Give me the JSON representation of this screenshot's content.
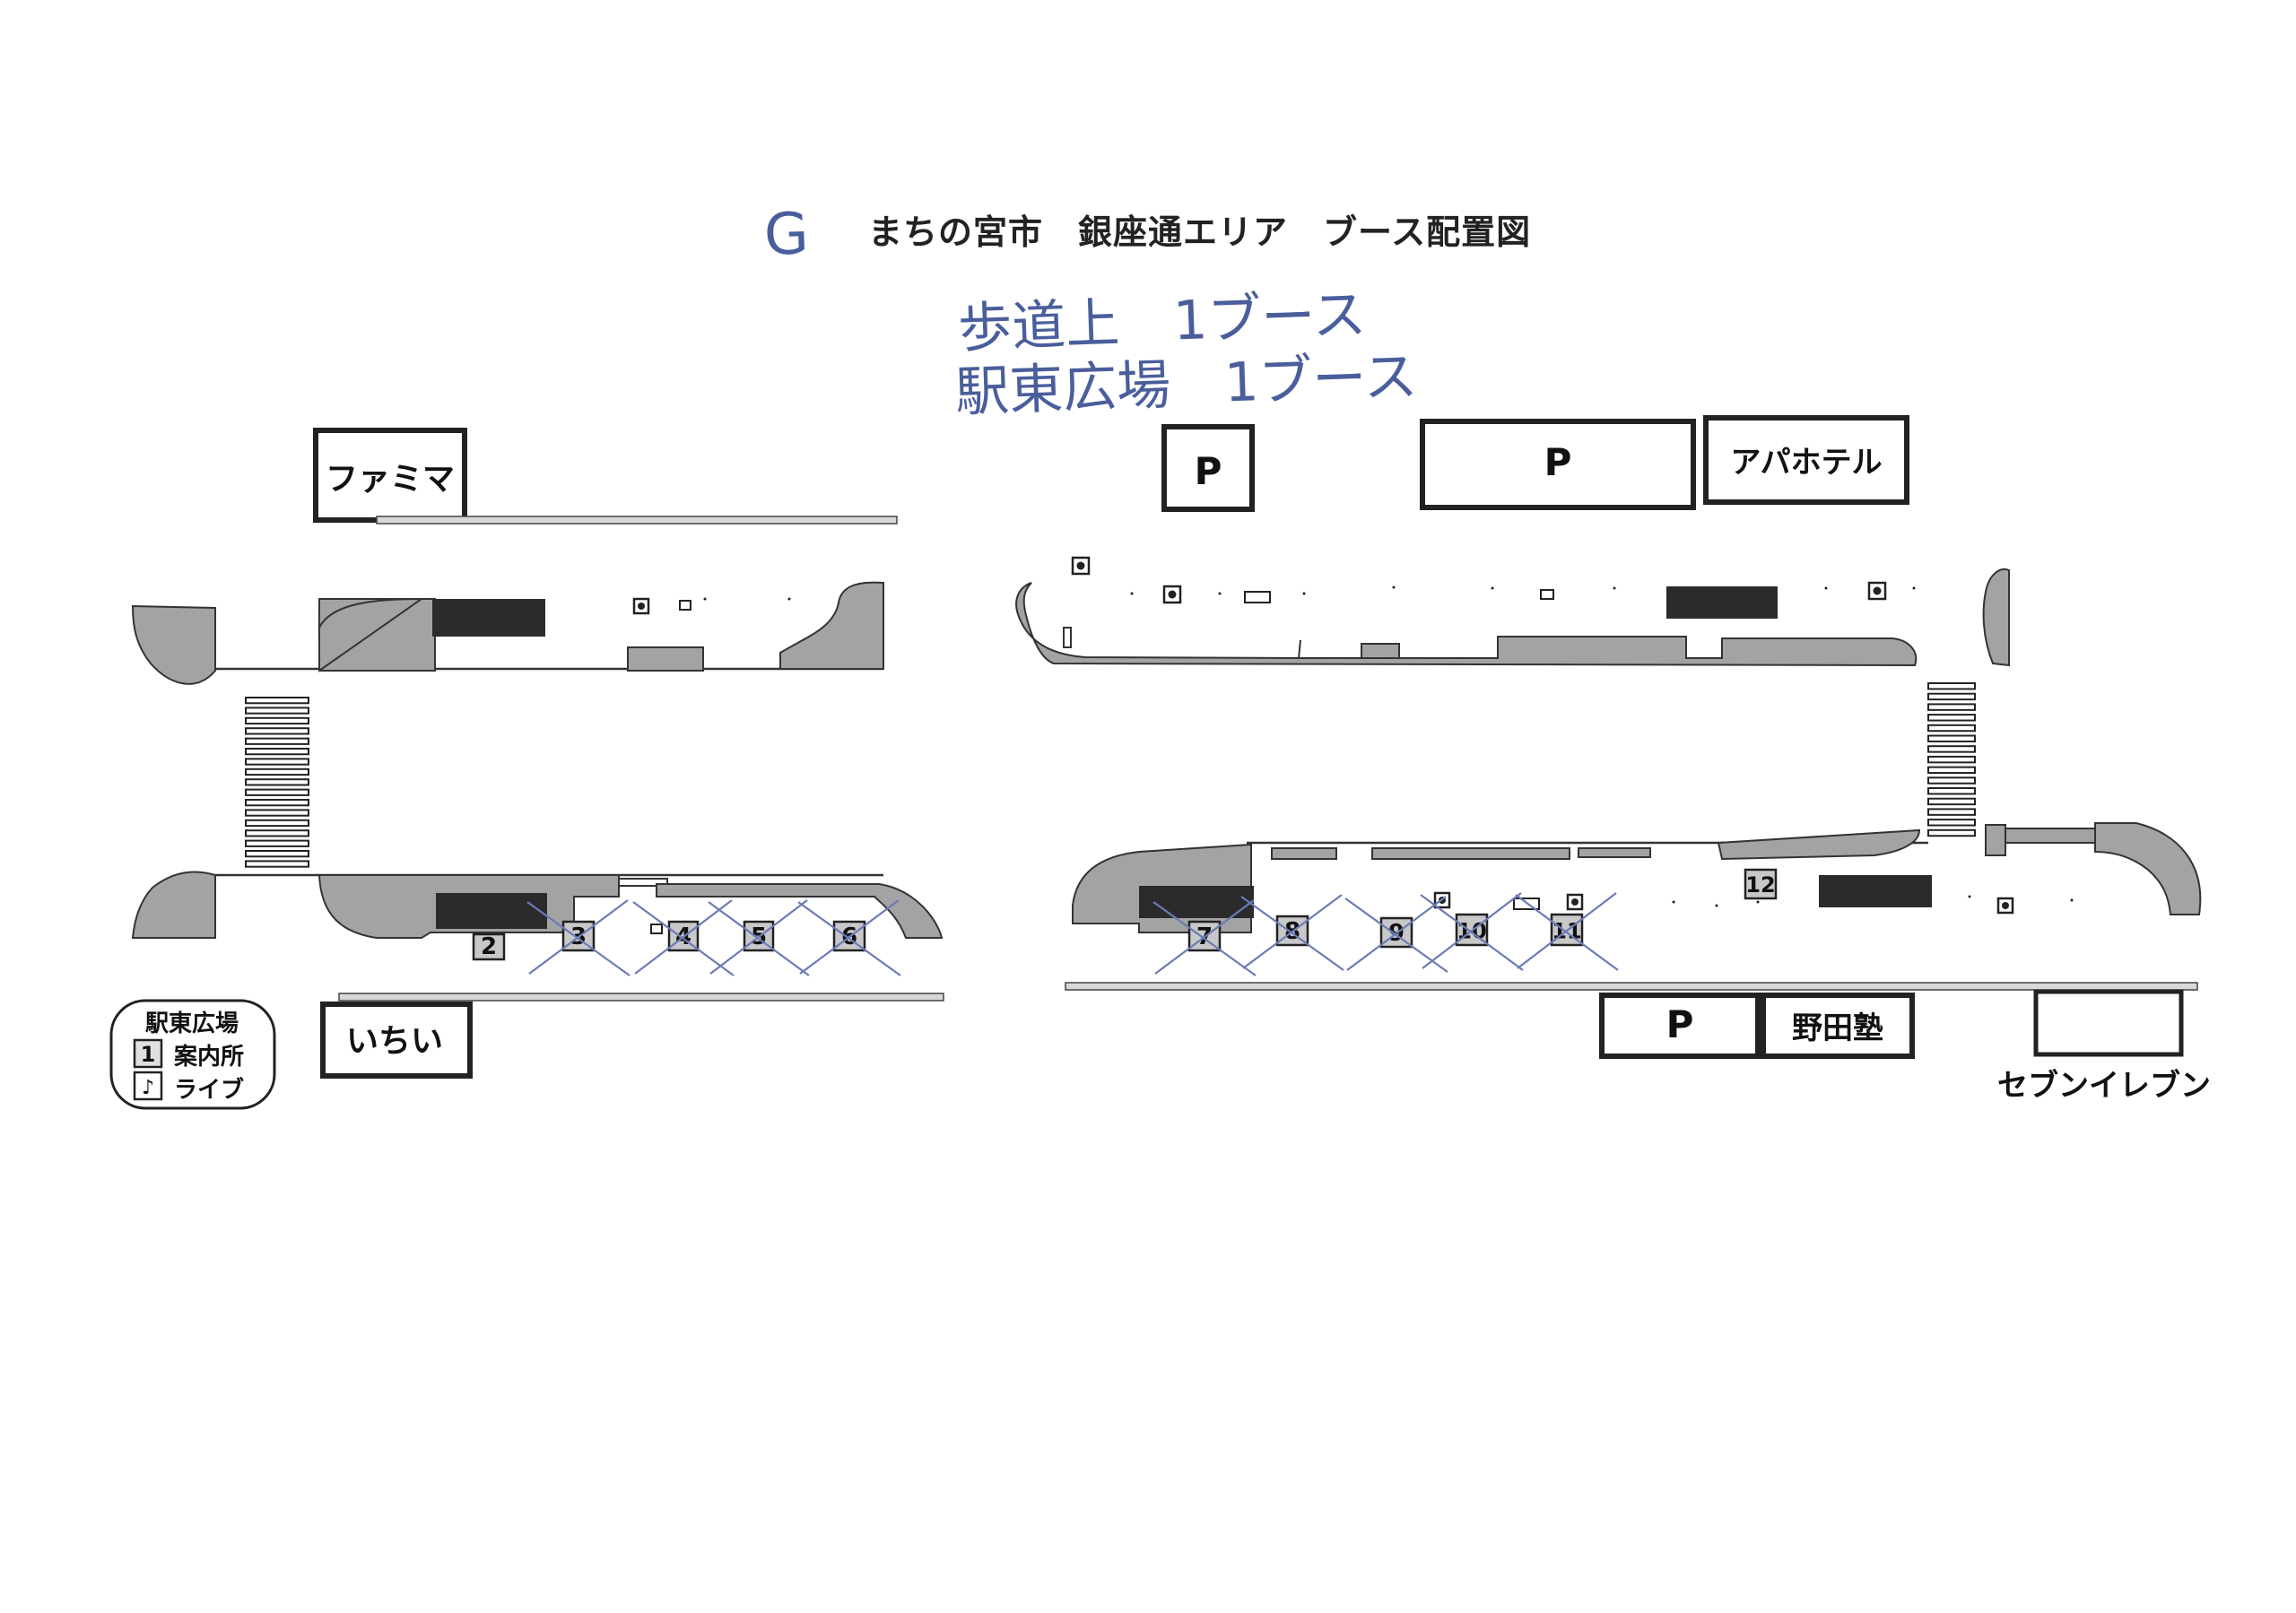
{
  "area_letter": "G",
  "title": "まちの宮市　銀座通エリア　ブース配置図",
  "handwritten_notes": [
    "歩道上　1ブース",
    "駅東広場　1ブース"
  ],
  "landmarks": {
    "famima": "ファミマ",
    "apa_hotel": "アパホテル",
    "ichii": "いちい",
    "nodajuku": "野田塾",
    "seven_eleven": "セブンイレブン",
    "parking": "P"
  },
  "legend": {
    "title": "駅東広場",
    "items": [
      {
        "symbol": "1",
        "label": "案内所"
      },
      {
        "symbol": "♪",
        "label": "ライブ"
      }
    ]
  },
  "booths": [
    {
      "number": "2",
      "crossed": false
    },
    {
      "number": "3",
      "crossed": true
    },
    {
      "number": "4",
      "crossed": true
    },
    {
      "number": "5",
      "crossed": true
    },
    {
      "number": "6",
      "crossed": true
    },
    {
      "number": "7",
      "crossed": true
    },
    {
      "number": "8",
      "crossed": true
    },
    {
      "number": "9",
      "crossed": true
    },
    {
      "number": "10",
      "crossed": true
    },
    {
      "number": "11",
      "crossed": true
    },
    {
      "number": "12",
      "crossed": false
    }
  ],
  "colors": {
    "shape_fill": "#a3a3a3",
    "block_fill": "#2b2b2b",
    "booth_fill": "#c8c8c8",
    "cross_stroke": "#6b7bb5",
    "ink_handwriting": "#4a5e9c"
  }
}
